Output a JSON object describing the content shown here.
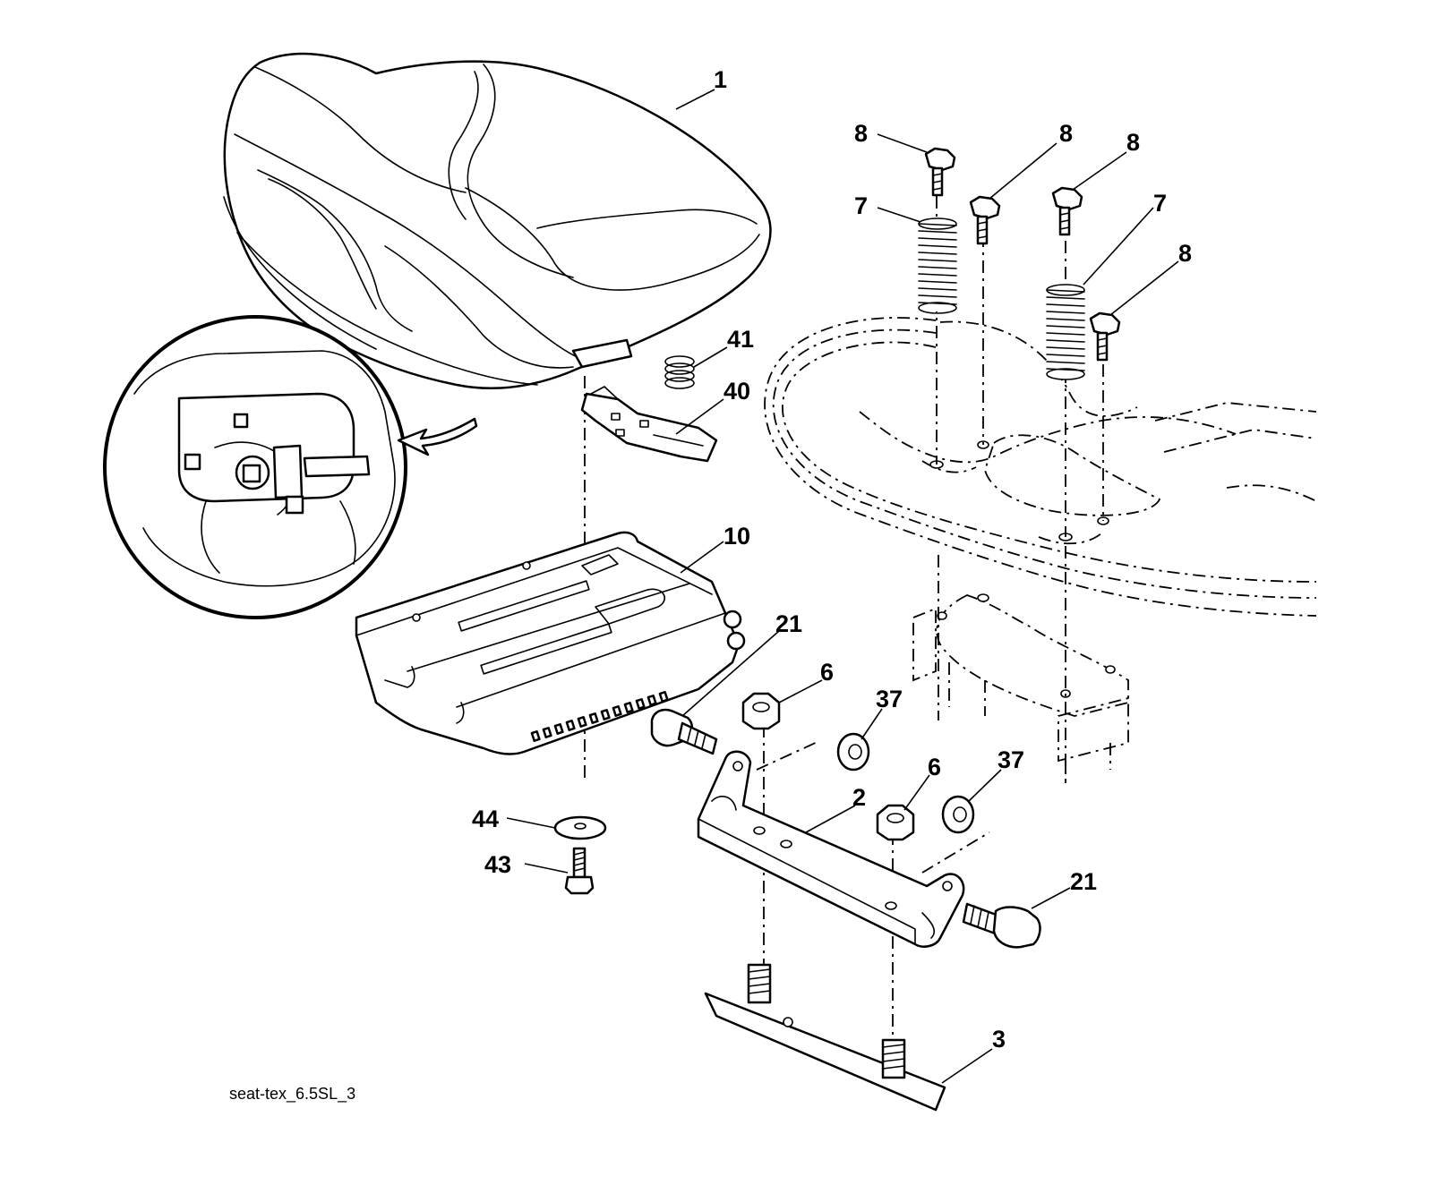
{
  "diagram": {
    "callouts": {
      "seat": "1",
      "seat_bracket": "2",
      "rail_plate": "3",
      "nut_left": "6",
      "nut_right": "6",
      "spring_left": "7",
      "spring_right": "7",
      "bolt_a": "8",
      "bolt_b": "8",
      "bolt_c": "8",
      "bolt_d": "8",
      "seat_pan": "10",
      "pivot_bolt_left": "21",
      "pivot_bolt_right": "21",
      "flange_nut_left": "37",
      "flange_nut_right": "37",
      "clip": "40",
      "small_spring": "41",
      "screw": "43",
      "washer": "44"
    },
    "caption": "seat-tex_6.5SL_3"
  }
}
